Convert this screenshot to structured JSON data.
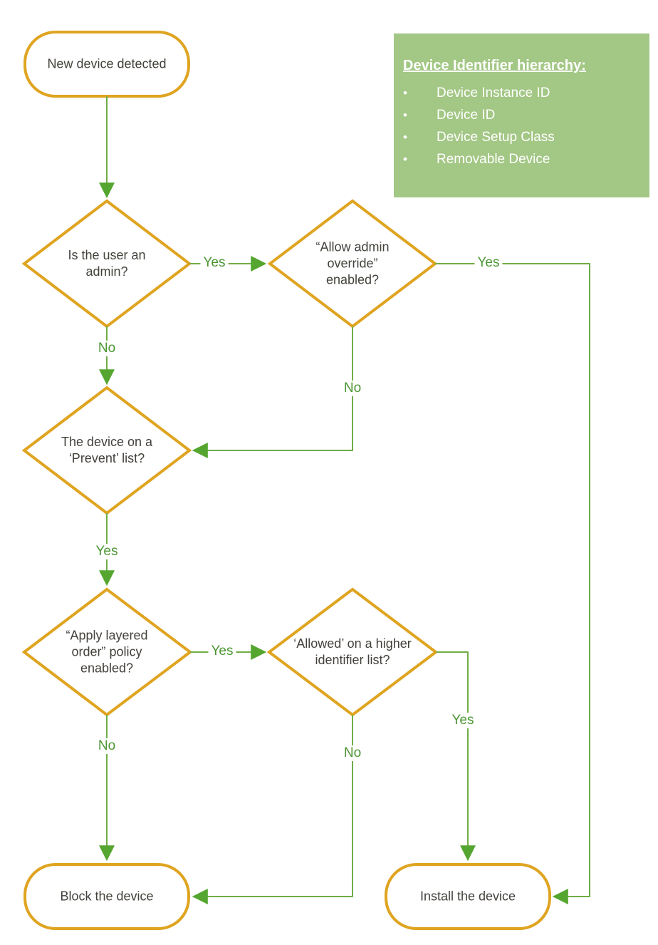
{
  "palette": {
    "orange": "#DFA420",
    "line-green": "#70AD47",
    "arrow-green": "#55A630",
    "label-green": "#4C9633",
    "box-green": "#A3C785",
    "node-text": "#44413C"
  },
  "legend": {
    "title": "Device Identifier hierarchy:",
    "bullet": "•",
    "items": [
      "Device Instance ID",
      "Device ID",
      "Device Setup Class",
      "Removable Device"
    ]
  },
  "nodes": {
    "start": "New device detected",
    "admin": "Is the user an admin?",
    "override": "“Allow admin override” enabled?",
    "prevent": "The device on a ‘Prevent’ list?",
    "layered": "“Apply layered order” policy enabled?",
    "allowed": "‘Allowed’ on a higher identifier list?",
    "block": "Block the device",
    "install": "Install the device"
  },
  "edge_labels": {
    "admin_yes": "Yes",
    "admin_no": "No",
    "override_yes": "Yes",
    "override_no": "No",
    "prevent_yes": "Yes",
    "layered_yes": "Yes",
    "layered_no": "No",
    "allowed_yes": "Yes",
    "allowed_no": "No"
  }
}
